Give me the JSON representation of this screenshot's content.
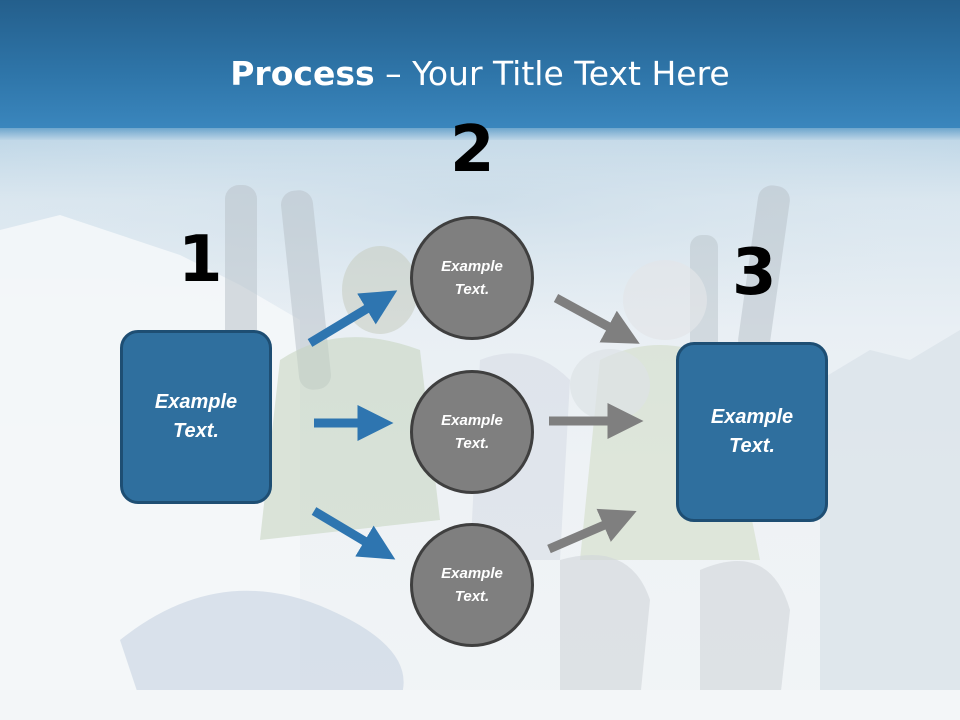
{
  "title": {
    "bold": "Process",
    "rest": " – Your Title Text Here"
  },
  "steps": {
    "one": "1",
    "two": "2",
    "three": "3"
  },
  "left_box": {
    "text": "Example Text."
  },
  "right_box": {
    "text": "Example Text."
  },
  "circles": [
    {
      "text": "Example Text."
    },
    {
      "text": "Example Text."
    },
    {
      "text": "Example Text."
    }
  ],
  "colors": {
    "header": "#2f76aa",
    "box_fill": "#2f6f9e",
    "circle_fill": "#7f7f7f",
    "blue_arrow": "#2e75b0",
    "gray_arrow": "#7f7f7f"
  }
}
